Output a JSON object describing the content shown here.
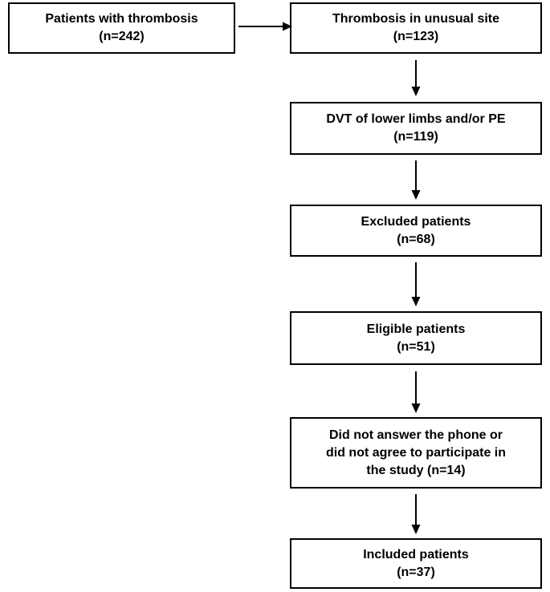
{
  "flowchart": {
    "colors": {
      "background": "#ffffff",
      "border": "#000000",
      "text": "#000000"
    },
    "nodes": {
      "patients": {
        "n": 242,
        "lines": [
          "Patients with thrombosis",
          "(n=242)"
        ]
      },
      "unusual_site": {
        "n": 123,
        "lines": [
          "Thrombosis in unusual site",
          "(n=123)"
        ]
      },
      "dvt_pe": {
        "n": 119,
        "lines": [
          "DVT of lower limbs and/or PE",
          "(n=119)"
        ]
      },
      "excluded": {
        "n": 68,
        "lines": [
          "Excluded patients",
          "(n=68)"
        ]
      },
      "eligible": {
        "n": 51,
        "lines": [
          "Eligible patients",
          "(n=51)"
        ]
      },
      "not_participating": {
        "n": 14,
        "lines": [
          "Did not answer the phone or",
          "did not agree to participate in",
          "the study (n=14)"
        ]
      },
      "included": {
        "n": 37,
        "lines": [
          "Included patients",
          "(n=37)"
        ]
      }
    }
  }
}
